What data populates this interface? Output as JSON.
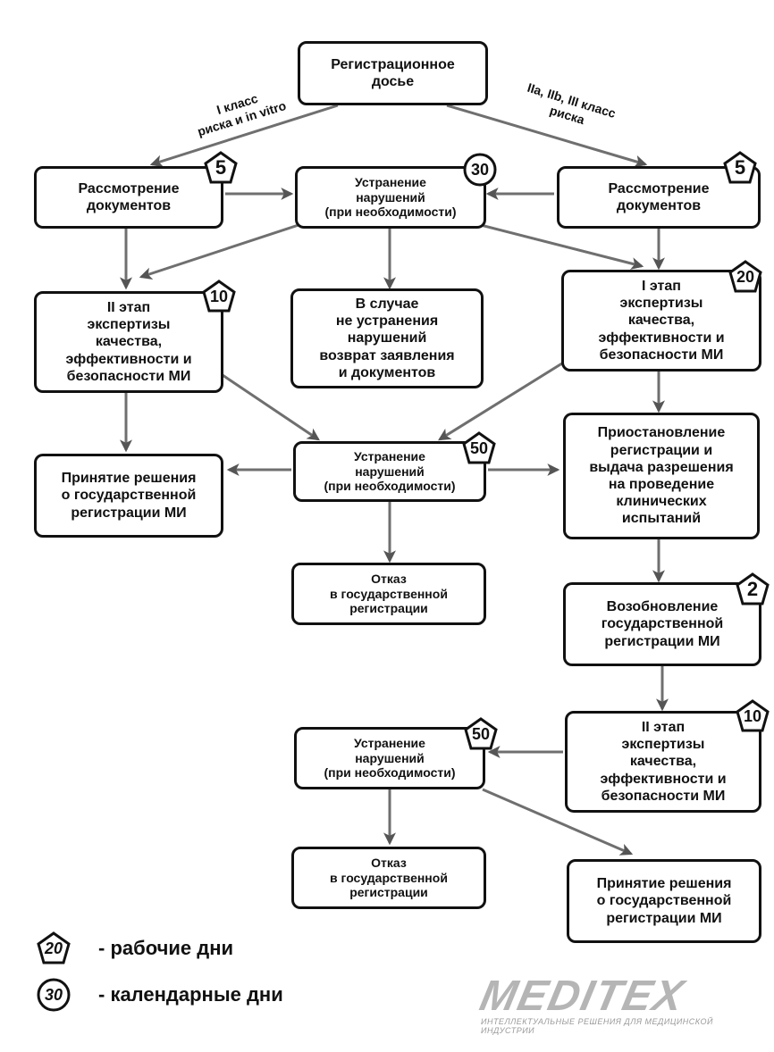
{
  "nodes": {
    "dossier": "Регистрационное\nдосье",
    "review_left": "Рассмотрение\nдокументов",
    "fix_top": "Устранение\nнарушений\n(при необходимости)",
    "review_right": "Рассмотрение\nдокументов",
    "stage2_left": "II этап\nэкспертизы\nкачества,\nэффективности и\nбезопасности МИ",
    "return_docs": "В случае\nне устранения\nнарушений\nвозврат заявления\nи документов",
    "stage1_right": "I этап\nэкспертизы\nкачества,\nэффективности и\nбезопасности МИ",
    "decision_left": "Принятие решения\nо государственной\nрегистрации МИ",
    "fix_middle": "Устранение\nнарушений\n(при необходимости)",
    "suspend": "Приостановление\nрегистрации и\nвыдача разрешения\nна проведение\nклинических\nиспытаний",
    "refuse_middle": "Отказ\nв государственной\nрегистрации",
    "resume": "Возобновление\nгосударственной\nрегистрации МИ",
    "fix_bottom": "Устранение\nнарушений\n(при необходимости)",
    "stage2_right": "II этап\nэкспертизы\nкачества,\nэффективности и\nбезопасности МИ",
    "refuse_bottom": "Отказ\nв государственной\nрегистрации",
    "decision_right": "Принятие решения\nо государственной\nрегистрации МИ"
  },
  "badges": {
    "review_left": "5",
    "fix_top": "30",
    "review_right": "5",
    "stage2_left": "10",
    "stage1_right": "20",
    "fix_middle": "50",
    "resume": "2",
    "stage2_right": "10",
    "fix_bottom": "50"
  },
  "edge_labels": {
    "left": "I класс\nриска и in vitro",
    "right": "IIa, IIb, III класс\nриска"
  },
  "legend": {
    "working_badge": "20",
    "working_text": "- рабочие дни",
    "calendar_badge": "30",
    "calendar_text": "- календарные дни"
  },
  "logo": {
    "name": "MEDITEX",
    "tagline": "ИНТЕЛЛЕКТУАЛЬНЫЕ РЕШЕНИЯ ДЛЯ МЕДИЦИНСКОЙ ИНДУСТРИИ"
  },
  "colors": {
    "ink": "#111111",
    "arrow": "#6f6f6f",
    "logo": "#b5b5b5"
  }
}
